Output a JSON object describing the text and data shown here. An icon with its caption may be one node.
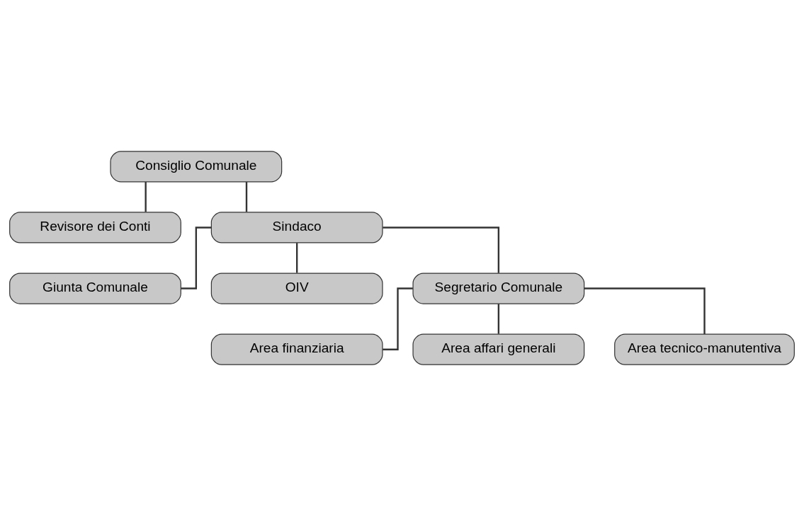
{
  "diagram": {
    "nodes": [
      {
        "text": [
          "Consiglio Comunale"
        ]
      },
      {
        "text": [
          "Revisore dei Conti"
        ]
      },
      {
        "text": [
          "Sindaco"
        ]
      },
      {
        "text": [
          "Giunta Comunale"
        ]
      },
      {
        "text": [
          "OIV"
        ]
      },
      {
        "text": [
          "Segretario Comunale"
        ]
      },
      {
        "text": [
          "Area finanziaria"
        ]
      },
      {
        "text": [
          "Area affari generali"
        ]
      },
      {
        "text": [
          "Area tecnico-manutentiva"
        ]
      }
    ],
    "edges": [
      {
        "from": 0,
        "to": 1,
        "arrow": "none"
      },
      {
        "from": 0,
        "to": 2,
        "arrow": "none"
      },
      {
        "from": 2,
        "to": 3,
        "arrow": "none"
      },
      {
        "from": 2,
        "to": 4,
        "arrow": "none"
      },
      {
        "from": 2,
        "to": 5,
        "arrow": "none"
      },
      {
        "from": 5,
        "to": 6,
        "arrow": "none"
      },
      {
        "from": 5,
        "to": 7,
        "arrow": "none"
      },
      {
        "from": 5,
        "to": 8,
        "arrow": "none"
      }
    ]
  }
}
